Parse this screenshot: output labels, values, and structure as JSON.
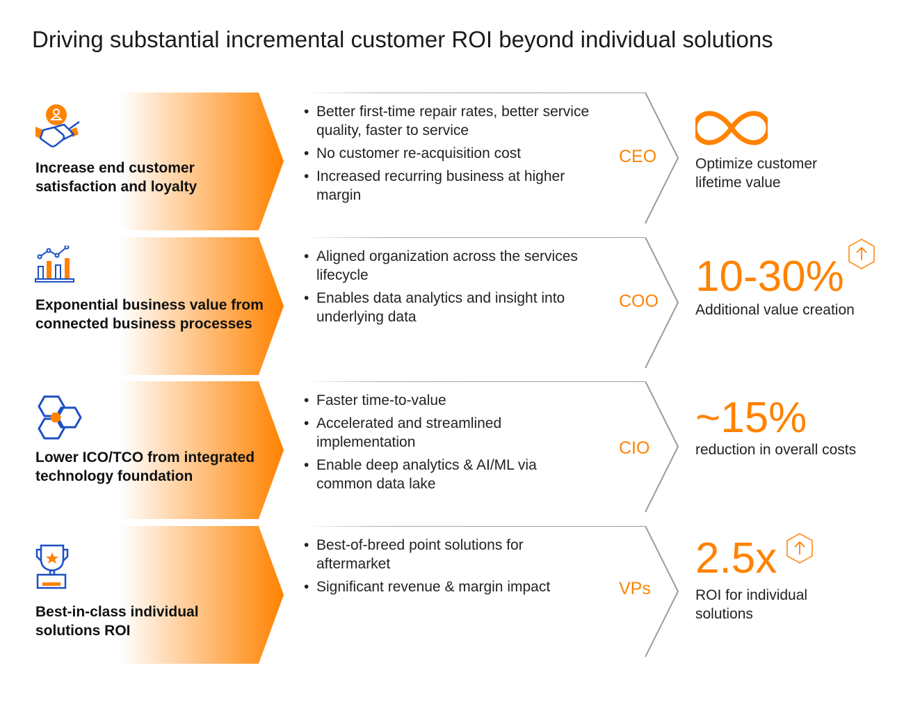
{
  "title": "Driving substantial incremental customer ROI beyond individual solutions",
  "colors": {
    "accent": "#FF8200",
    "icon_blue": "#1B4FC4",
    "line_gray": "#999999"
  },
  "rows": [
    {
      "icon": "handshake-icon",
      "heading": "Increase end customer satisfaction and loyalty",
      "bullets": [
        "Better first-time repair rates, better service quality, faster to service",
        "No customer re-acquisition cost",
        "Increased recurring business at higher margin"
      ],
      "role": "CEO",
      "metric_icon": "infinity-icon",
      "metric": "",
      "description": "Optimize customer lifetime value"
    },
    {
      "icon": "chart-growth-icon",
      "heading": "Exponential business value from connected business processes",
      "bullets": [
        "Aligned organization across the services lifecycle",
        "Enables data analytics and insight into underlying data"
      ],
      "role": "COO",
      "metric": "10-30%",
      "badge": "arrow-up-hexagon-icon",
      "description": "Additional value creation"
    },
    {
      "icon": "hexagons-icon",
      "heading": "Lower ICO/TCO from integrated technology foundation",
      "bullets": [
        "Faster time-to-value",
        "Accelerated and streamlined implementation",
        "Enable deep analytics & AI/ML via common data lake"
      ],
      "role": "CIO",
      "metric": "~15%",
      "description": "reduction in overall costs"
    },
    {
      "icon": "trophy-icon",
      "heading": "Best-in-class individual solutions ROI",
      "bullets": [
        "Best-of-breed point solutions for aftermarket",
        "Significant revenue & margin impact"
      ],
      "role": "VPs",
      "metric": "2.5x",
      "badge": "arrow-up-hexagon-icon",
      "description": "ROI for individual solutions"
    }
  ]
}
